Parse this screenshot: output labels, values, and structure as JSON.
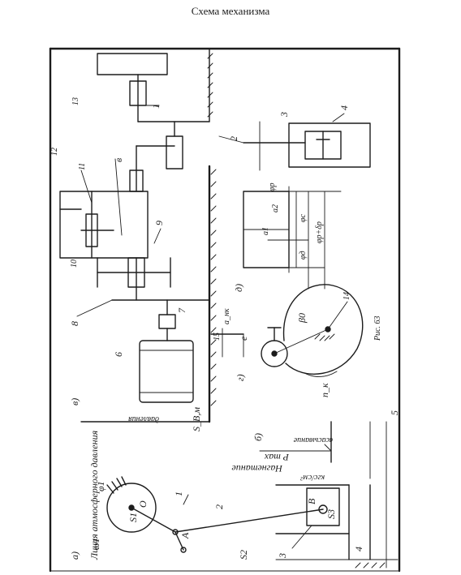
{
  "title": "Схема механизма",
  "figure_caption": "Рис. 63",
  "panels": {
    "a": "а)",
    "b": "б)",
    "v": "в)",
    "g": "г)",
    "d": "д)"
  },
  "labels": {
    "omega1": "ω1",
    "phi1": "φ1",
    "O": "O",
    "S1": "S1",
    "A": "A",
    "S2": "S2",
    "B": "B",
    "S3": "S3",
    "n1": "1",
    "n2": "2",
    "n3": "3",
    "n4": "4",
    "n5": "5",
    "atm_line": "Линия атмосферного давления",
    "p_max": "P max",
    "pressure_text": "Нагнетание",
    "pressure_units": "кгс/см²",
    "compression": "давления",
    "suction": "всасывание",
    "s_b": "S_B,м",
    "a_nk": "a_нк",
    "shaft_1": "1",
    "shaft_2": "2",
    "shaft_3": "3",
    "shaft_4": "4",
    "gear_6": "6",
    "gear_7": "7",
    "gear_8": "8",
    "gear_9": "9",
    "gear_10": "10",
    "gear_11": "11",
    "gear_12": "12",
    "gear_13": "13",
    "e_label": "e",
    "e15": "15",
    "cam_14": "14",
    "beta0": "β0",
    "a1": "a1",
    "a2": "a2",
    "phi_p": "φр",
    "phi_c": "φс",
    "phi_d": "φд",
    "phi_p_d": "φр+δр",
    "n_k": "n_к"
  }
}
